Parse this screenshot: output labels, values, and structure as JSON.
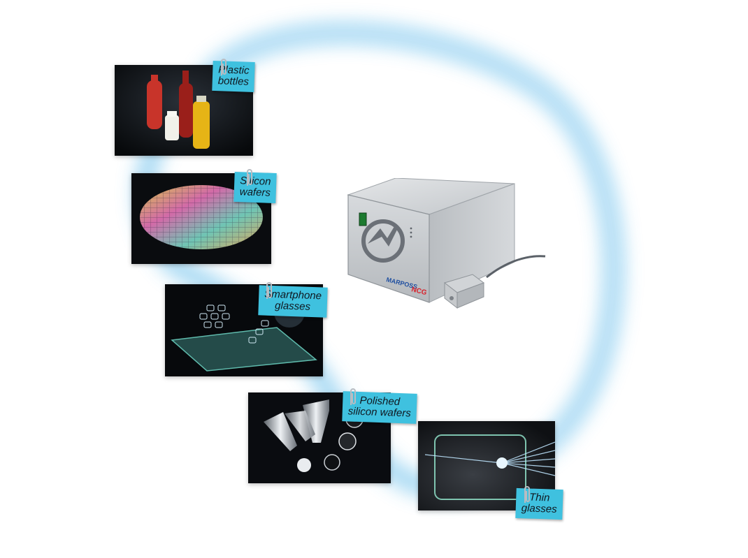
{
  "labels": {
    "plastic_bottles": [
      "Plastic",
      "bottles"
    ],
    "silicon_wafers": [
      "Silicon",
      "wafers"
    ],
    "smartphone_glasses": [
      "Smartphone",
      "glasses"
    ],
    "polished_silicon_wafers": [
      "Polished",
      "silicon wafers"
    ],
    "thin_glasses": [
      "Thin",
      "glasses"
    ]
  },
  "device": {
    "brand": "MARPOSS",
    "model": "NCG"
  },
  "colors": {
    "tag": "#3fc1df",
    "halo": "#8fcff0",
    "brand_blue": "#1f4fa0",
    "brand_red": "#d8202a"
  },
  "icons": [
    "paperclip-icon",
    "marposs-logo-icon"
  ]
}
